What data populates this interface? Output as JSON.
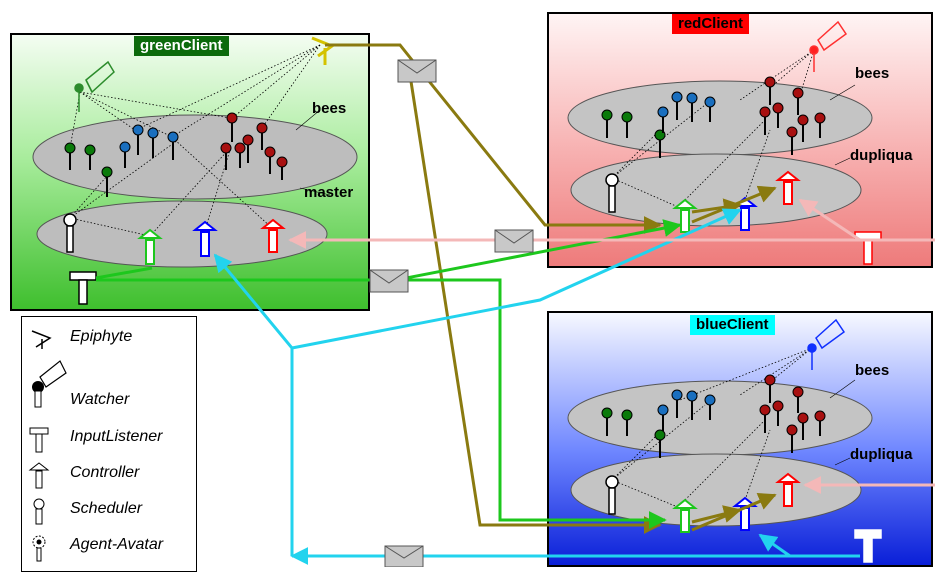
{
  "clients": {
    "green": {
      "title": "greenClient",
      "upper_layer": "bees",
      "lower_layer": "master"
    },
    "red": {
      "title": "redClient",
      "upper_layer": "bees",
      "lower_layer": "dupliqua"
    },
    "blue": {
      "title": "blueClient",
      "upper_layer": "bees",
      "lower_layer": "dupliqua"
    }
  },
  "legend": [
    {
      "label": "Epiphyte",
      "icon": "epiphyte-icon"
    },
    {
      "label": "Watcher",
      "icon": "watcher-icon"
    },
    {
      "label": "InputListener",
      "icon": "input-listener-icon"
    },
    {
      "label": "Controller",
      "icon": "controller-icon"
    },
    {
      "label": "Scheduler",
      "icon": "scheduler-icon"
    },
    {
      "label": "Agent-Avatar",
      "icon": "agent-avatar-icon"
    }
  ],
  "colors": {
    "green": "#1dc71d",
    "red": "#ff0000",
    "blue": "#0000ff",
    "cyan": "#22d3ee",
    "olive": "#8a7a10",
    "pink": "#f4b8b8"
  }
}
